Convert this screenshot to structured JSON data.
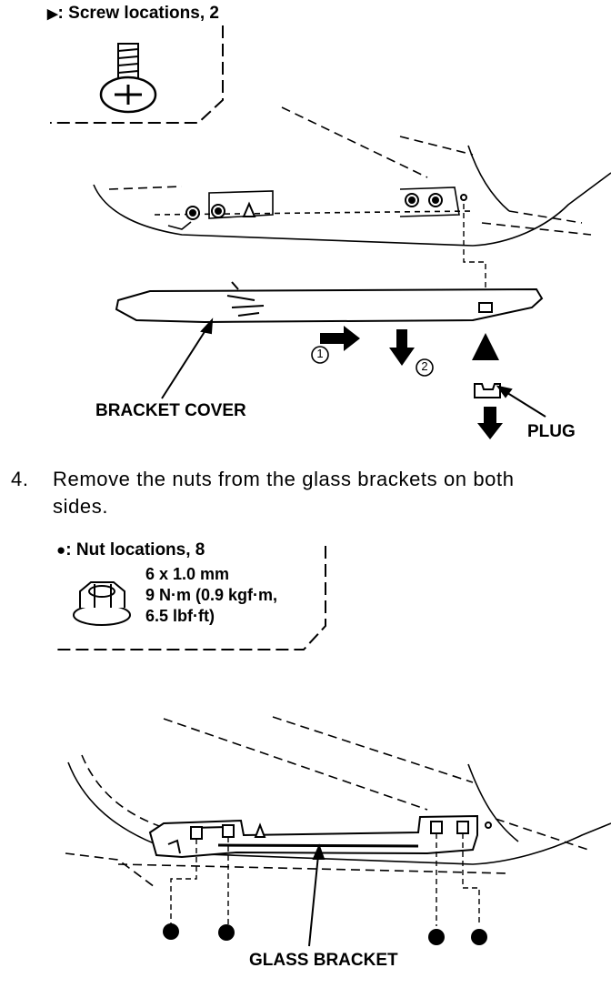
{
  "fig1": {
    "legend_symbol": "▶",
    "legend_text": ": Screw locations, 2",
    "callouts": {
      "bracket_cover": "BRACKET COVER",
      "plug": "PLUG",
      "step_1": "1",
      "step_2": "2"
    }
  },
  "step4": {
    "number": "4.",
    "text_line1": "Remove the nuts from the glass brackets on both",
    "text_line2": "sides."
  },
  "fig2": {
    "legend_symbol": "●",
    "legend_text": ": Nut locations, 8",
    "spec_size": "6 x 1.0 mm",
    "spec_torque_1": "9 N·m (0.9 kgf·m,",
    "spec_torque_2": "6.5 lbf·ft)",
    "callouts": {
      "glass_bracket": "GLASS BRACKET"
    }
  }
}
